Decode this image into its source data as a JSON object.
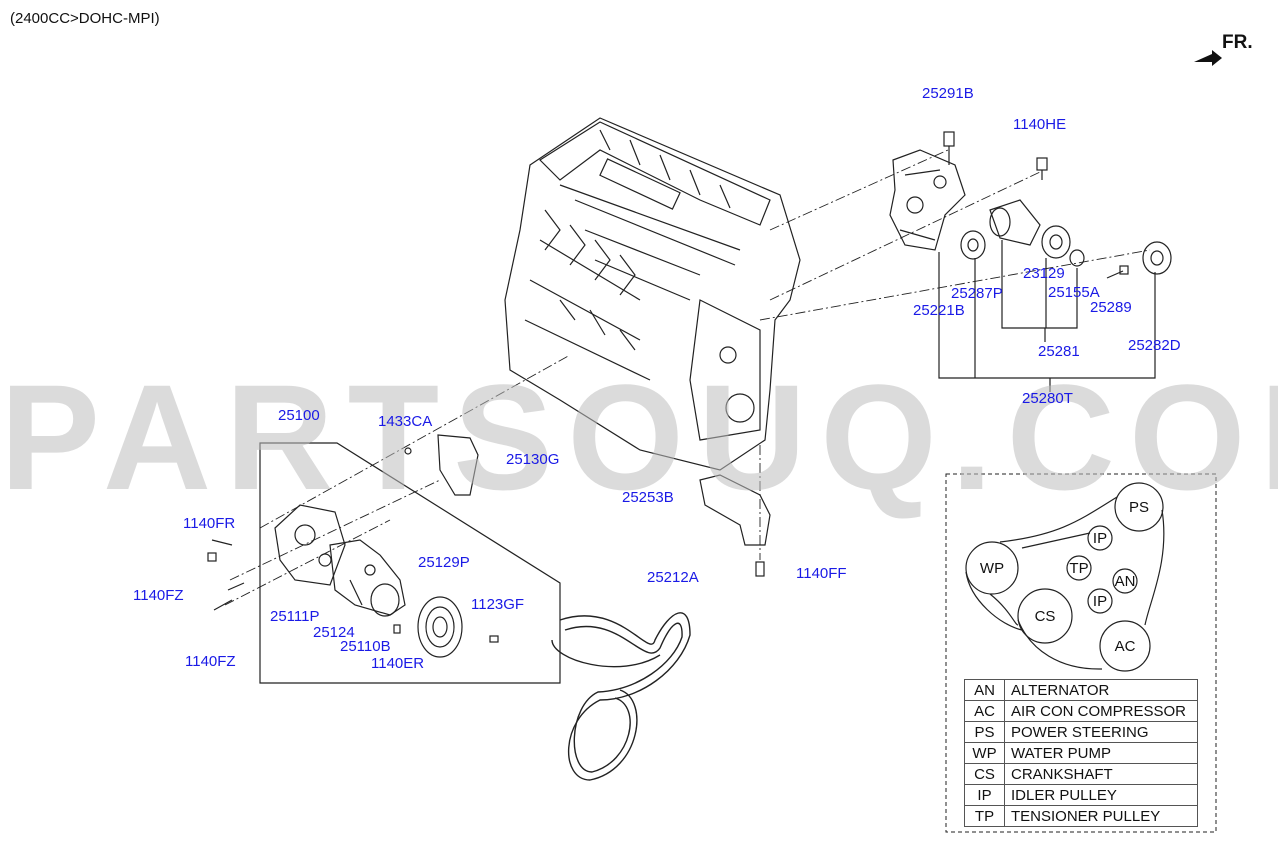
{
  "header": {
    "engine": "(2400CC>DOHC-MPI)",
    "direction": "FR."
  },
  "watermark": "PARTSOUQ.COM",
  "parts": {
    "p25291B": "25291B",
    "p1140HE": "1140HE",
    "p23129": "23129",
    "p25155A": "25155A",
    "p25287P": "25287P",
    "p25289": "25289",
    "p25221B": "25221B",
    "p25282D": "25282D",
    "p25281": "25281",
    "p25280T": "25280T",
    "p25100": "25100",
    "p1433CA": "1433CA",
    "p25130G": "25130G",
    "p25253B": "25253B",
    "p1140FR": "1140FR",
    "p1140FF": "1140FF",
    "p25129P": "25129P",
    "p25212A": "25212A",
    "p1140FZa": "1140FZ",
    "p1123GF": "1123GF",
    "p25111P": "25111P",
    "p25124": "25124",
    "p25110B": "25110B",
    "p1140ER": "1140ER",
    "p1140FZb": "1140FZ"
  },
  "belt_diagram": {
    "PS": "PS",
    "IP1": "IP",
    "WP": "WP",
    "TP": "TP",
    "AN": "AN",
    "IP2": "IP",
    "CS": "CS",
    "AC": "AC"
  },
  "legend": [
    {
      "abbr": "AN",
      "name": "ALTERNATOR"
    },
    {
      "abbr": "AC",
      "name": "AIR CON COMPRESSOR"
    },
    {
      "abbr": "PS",
      "name": "POWER STEERING"
    },
    {
      "abbr": "WP",
      "name": "WATER PUMP"
    },
    {
      "abbr": "CS",
      "name": "CRANKSHAFT"
    },
    {
      "abbr": "IP",
      "name": "IDLER PULLEY"
    },
    {
      "abbr": "TP",
      "name": "TENSIONER PULLEY"
    }
  ],
  "colors": {
    "part_link": "#1a1ae6",
    "line": "#111111",
    "watermark": "#bebebe"
  }
}
